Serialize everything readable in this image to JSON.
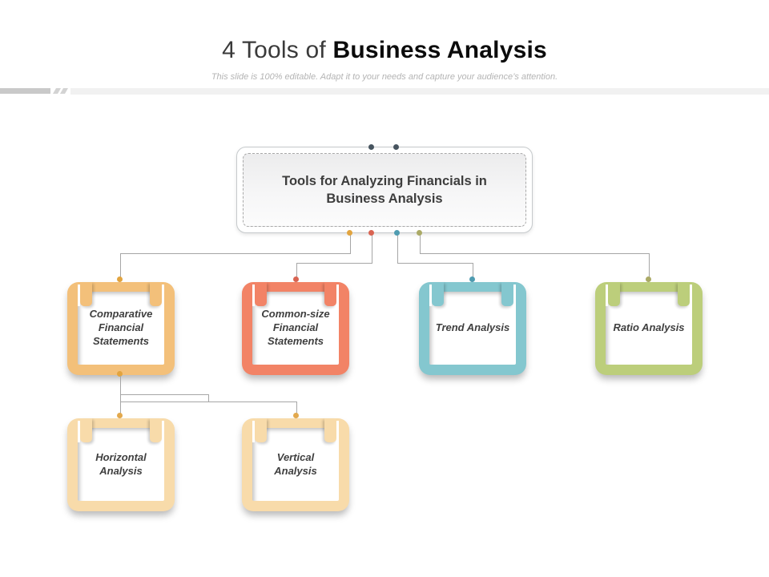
{
  "header": {
    "title_regular": "4 Tools of ",
    "title_bold": "Business Analysis",
    "subtitle": "This slide is 100% editable. Adapt it to your needs and capture your audience’s attention."
  },
  "root": {
    "label": "Tools for Analyzing Financials in Business Analysis"
  },
  "colors": {
    "connector": "#a6a6a6",
    "anchor_dark": "#47545f"
  },
  "nodes": {
    "level1": [
      {
        "label": "Comparative Financial Statements",
        "frame": "#F3C07A",
        "dot": "#E2A43F"
      },
      {
        "label": "Common-size Financial Statements",
        "frame": "#F28366",
        "dot": "#D96452"
      },
      {
        "label": "Trend Analysis",
        "frame": "#84C7CF",
        "dot": "#4F9CB1"
      },
      {
        "label": "Ratio Analysis",
        "frame": "#BCCE7B",
        "dot": "#ABAA66"
      }
    ],
    "level2": [
      {
        "label": "Horizontal Analysis",
        "frame": "#F8DBAA",
        "dot": "#E3A94D"
      },
      {
        "label": "Vertical Analysis",
        "frame": "#F8DBAA",
        "dot": "#E3A94D"
      }
    ]
  }
}
